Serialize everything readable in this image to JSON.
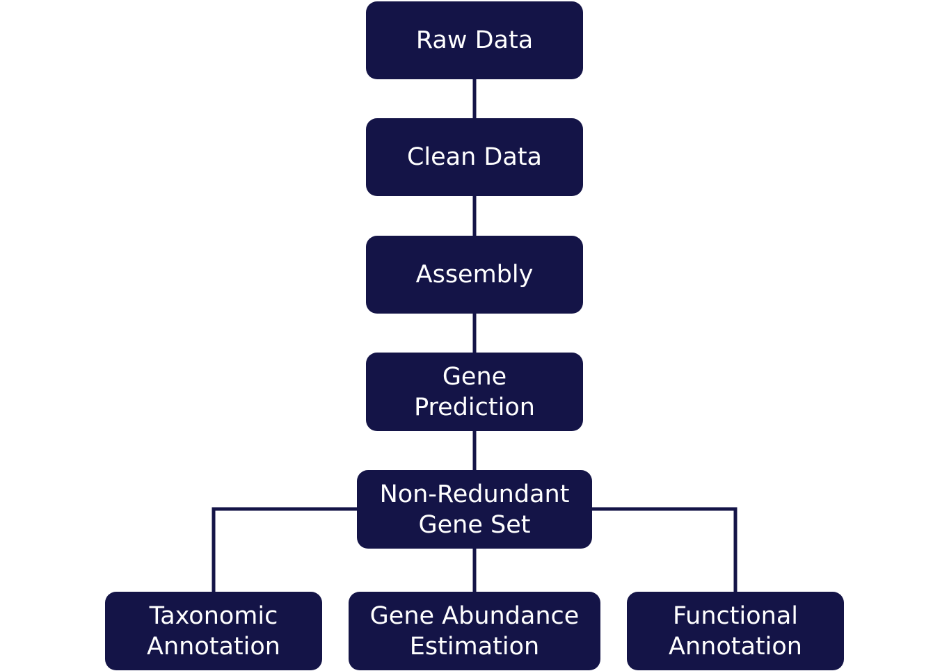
{
  "diagram": {
    "colors": {
      "node_fill": "#141447",
      "node_text": "#ffffff",
      "connector": "#141447"
    },
    "nodes": {
      "raw_data": "Raw Data",
      "clean_data": "Clean Data",
      "assembly": "Assembly",
      "gene_prediction": [
        "Gene",
        "Prediction"
      ],
      "non_redundant": [
        "Non-Redundant",
        "Gene Set"
      ],
      "taxonomic": [
        "Taxonomic",
        "Annotation"
      ],
      "abundance": [
        "Gene Abundance",
        "Estimation"
      ],
      "functional": [
        "Functional",
        "Annotation"
      ]
    }
  }
}
